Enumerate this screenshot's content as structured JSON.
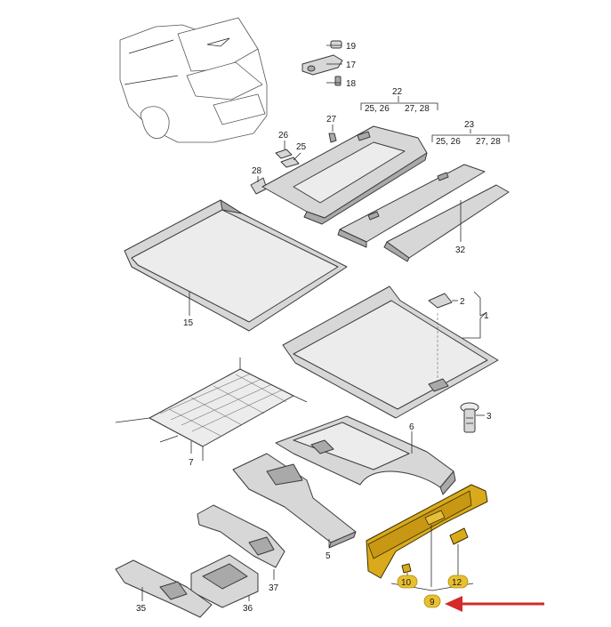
{
  "callouts": {
    "c1": "1",
    "c2": "2",
    "c3": "3",
    "c5": "5",
    "c6": "6",
    "c7": "7",
    "c9": "9",
    "c10": "10",
    "c12": "12",
    "c15": "15",
    "c17": "17",
    "c18": "18",
    "c19": "19",
    "c22": "22",
    "c22a": "25, 26",
    "c22b": "27, 28",
    "c23": "23",
    "c23a": "25, 26",
    "c23b": "27, 28",
    "c25": "25",
    "c26": "26",
    "c27": "27",
    "c28": "28",
    "c32": "32",
    "c35": "35",
    "c36": "36",
    "c37": "37"
  },
  "colors": {
    "highlight": "#e8c030",
    "arrow": "#d42a2a",
    "part_fill": "#d7d7d7"
  }
}
